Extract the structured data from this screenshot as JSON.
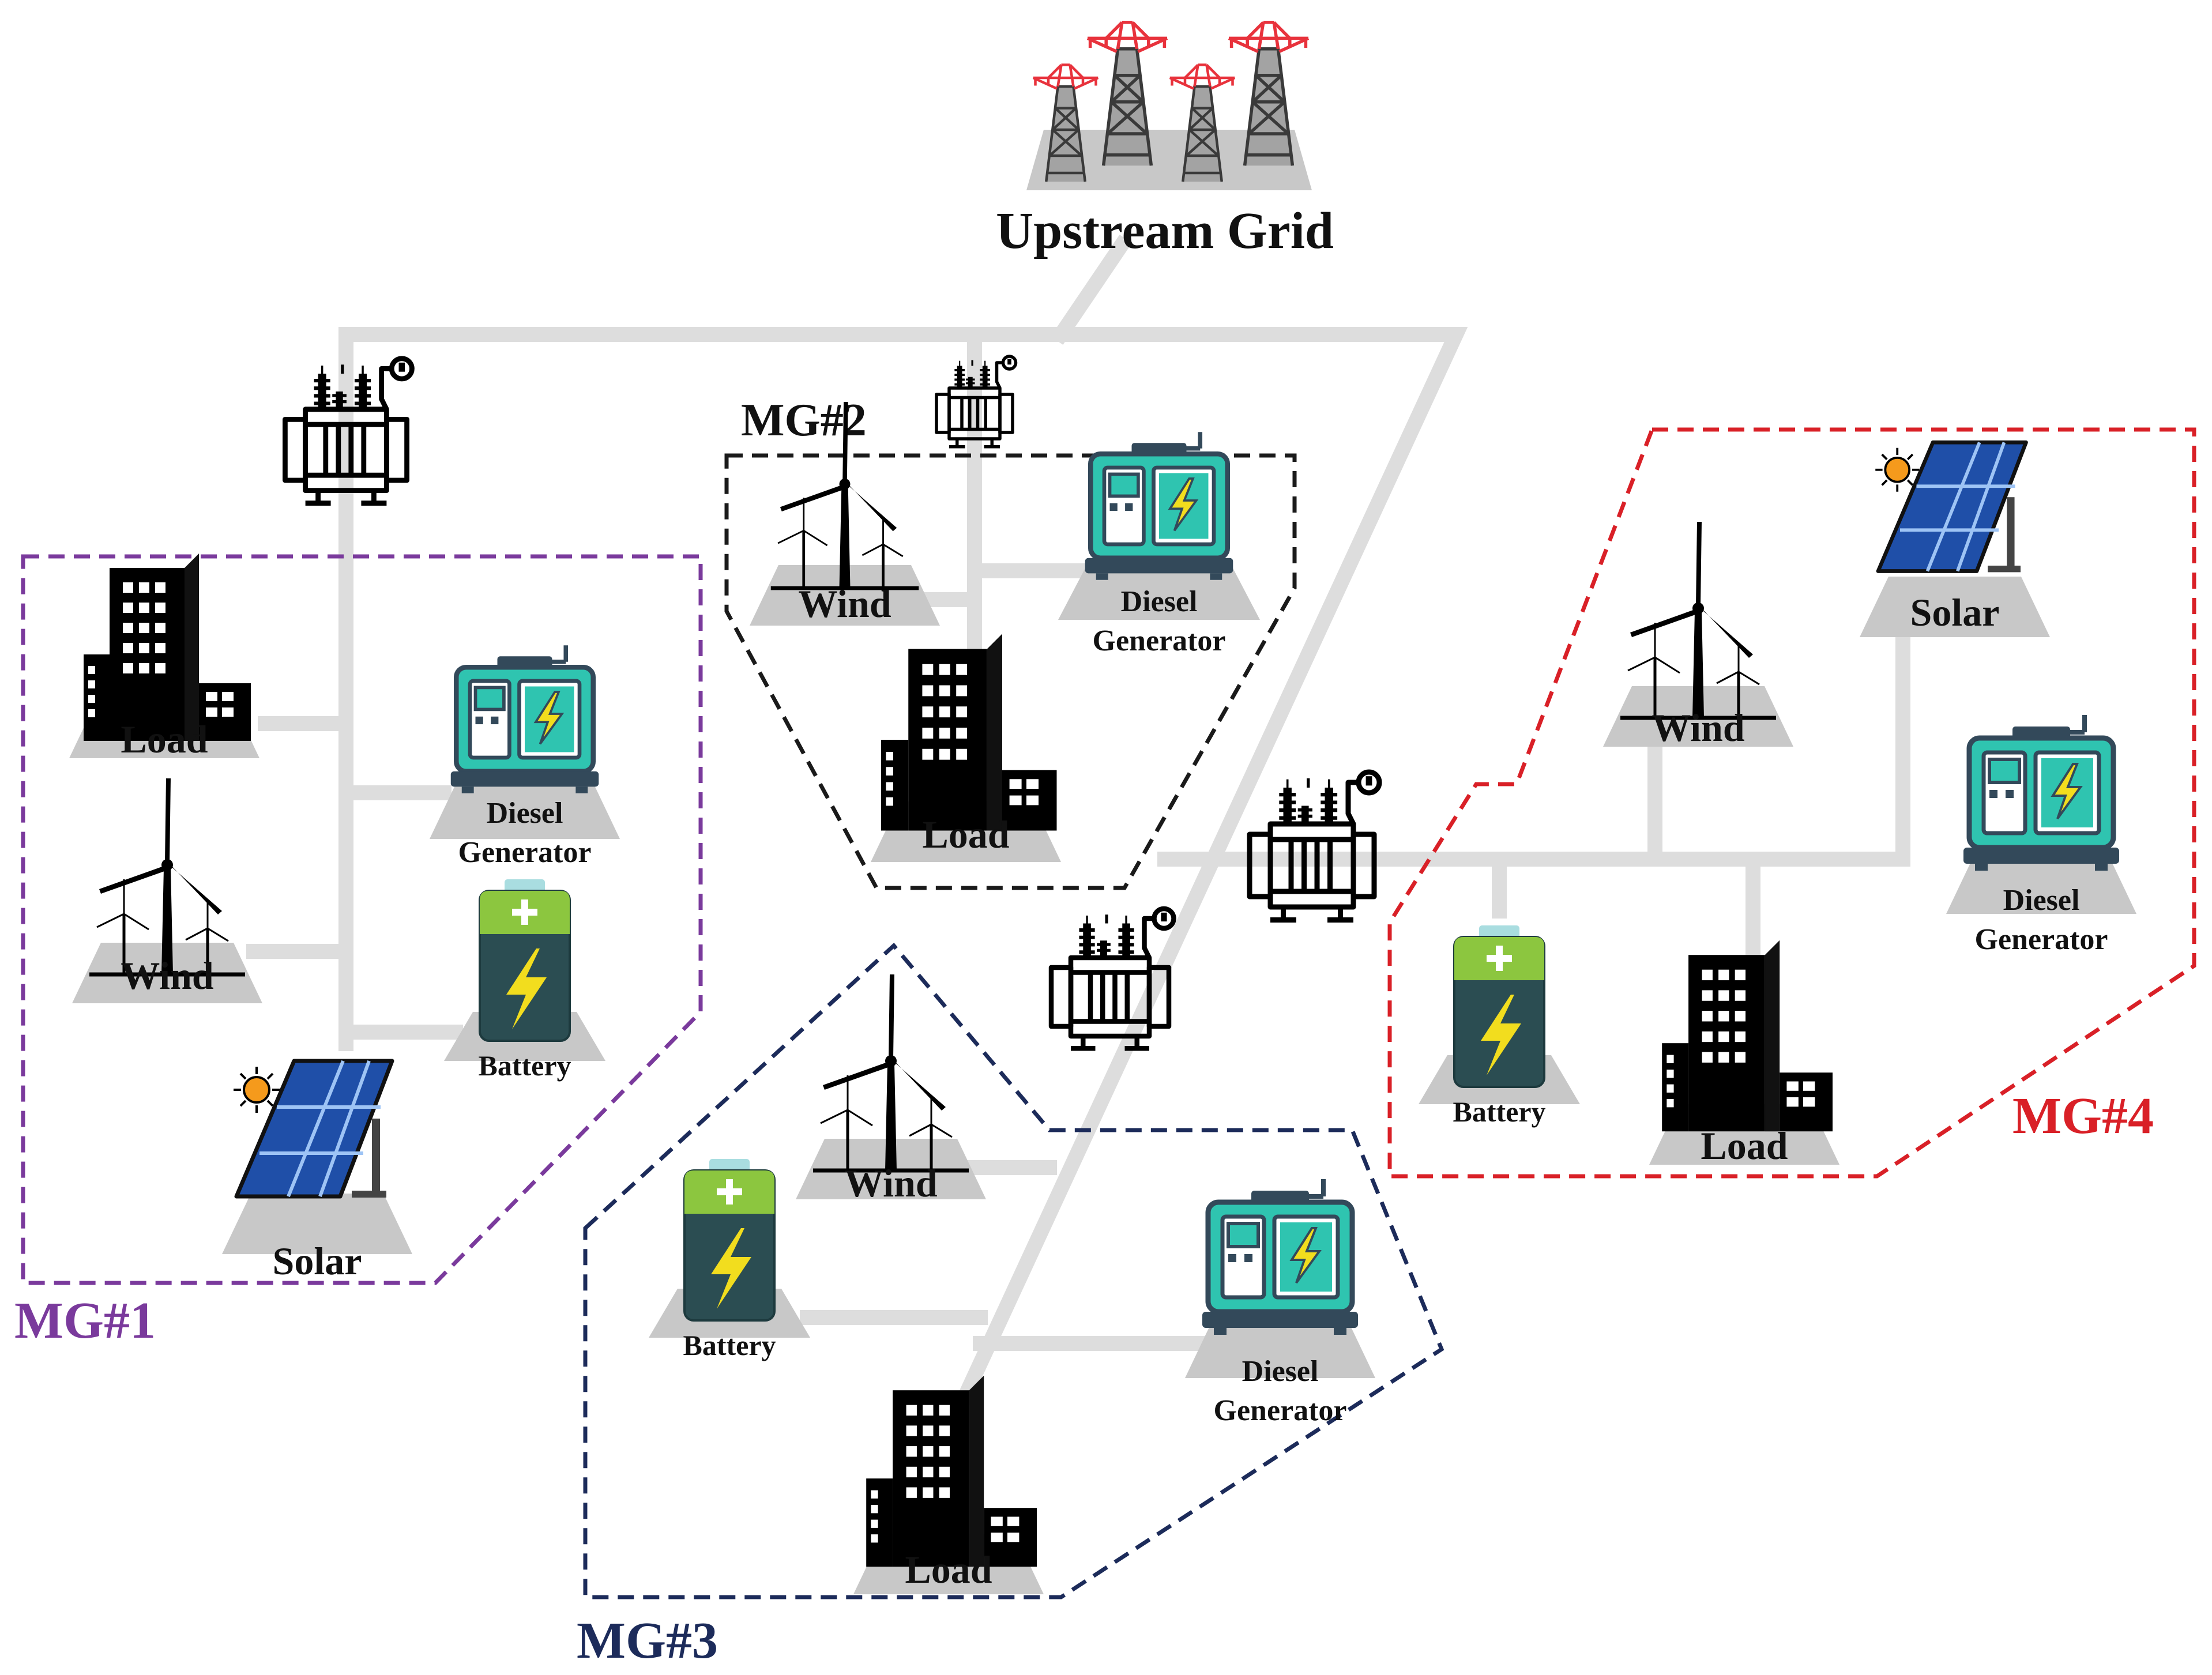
{
  "colors": {
    "line": "#dddddd",
    "platform": "#c8c8c8",
    "mg1": "#7a3a9c",
    "mg2": "#1a1a1a",
    "mg3": "#1c2b5a",
    "mg4": "#d92027",
    "tower": "#e8323c",
    "generator": "#2fc4b0",
    "battery": "#2b4d52",
    "batteryTop": "#8cc63f",
    "bolt": "#f2dd1e",
    "solar": "#2f6fd6",
    "sun": "#f59a1c"
  },
  "upstream": {
    "label": "Upstream Grid"
  },
  "microgrids": [
    {
      "id": "mg1",
      "label": "MG#1"
    },
    {
      "id": "mg2",
      "label": "MG#2"
    },
    {
      "id": "mg3",
      "label": "MG#3"
    },
    {
      "id": "mg4",
      "label": "MG#4"
    }
  ],
  "components": {
    "load": "Load",
    "wind": "Wind",
    "solar": "Solar",
    "battery": "Battery",
    "diesel_line1": "Diesel",
    "diesel_line2": "Generator"
  },
  "icons": [
    "transmission-tower-icon",
    "transformer-icon",
    "building-icon",
    "wind-turbine-icon",
    "solar-panel-icon",
    "battery-icon",
    "diesel-generator-icon"
  ]
}
